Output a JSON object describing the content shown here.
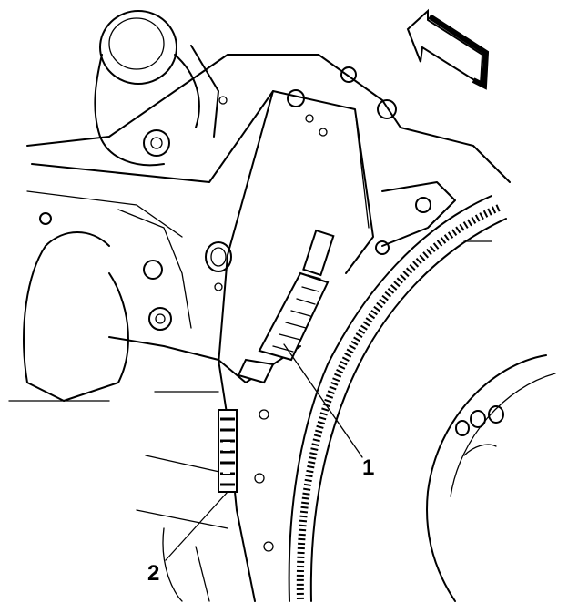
{
  "callouts": [
    {
      "id": "1",
      "label": "1"
    },
    {
      "id": "2",
      "label": "2"
    }
  ],
  "direction_arrow": {
    "icon": "front-direction-arrow-icon"
  },
  "colors": {
    "line": "#000000",
    "background": "#ffffff"
  }
}
